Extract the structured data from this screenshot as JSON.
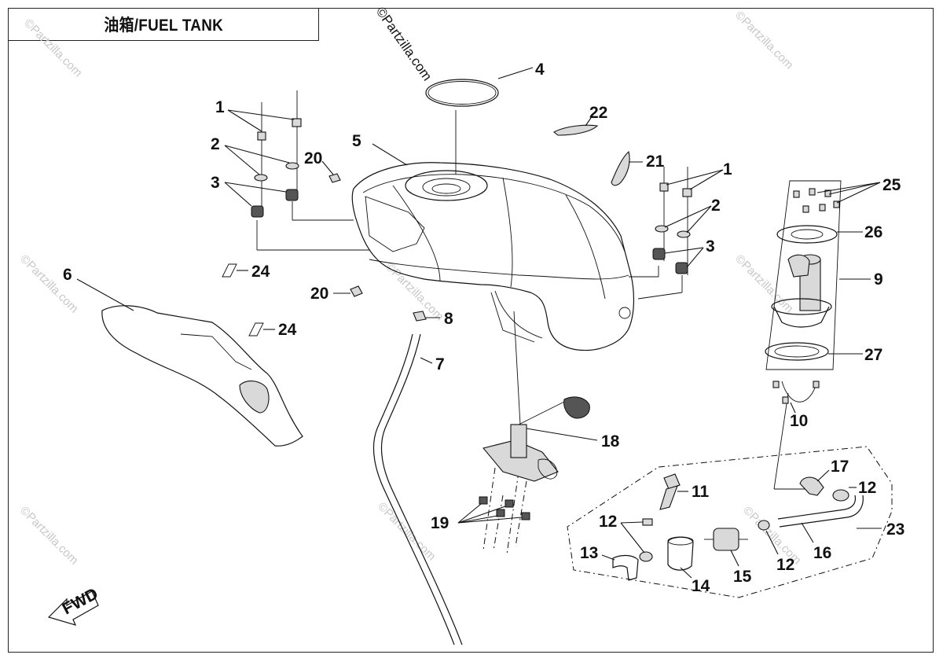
{
  "title": "油箱/FUEL TANK",
  "copyright": "©Partzilla.com",
  "watermark": "©Partzilla.com",
  "fwd_label": "FWD",
  "callouts": [
    {
      "id": "c1a",
      "label": "1"
    },
    {
      "id": "c1b",
      "label": "1"
    },
    {
      "id": "c2a",
      "label": "2"
    },
    {
      "id": "c2b",
      "label": "2"
    },
    {
      "id": "c3a",
      "label": "3"
    },
    {
      "id": "c3b",
      "label": "3"
    },
    {
      "id": "c4",
      "label": "4"
    },
    {
      "id": "c5",
      "label": "5"
    },
    {
      "id": "c6",
      "label": "6"
    },
    {
      "id": "c7",
      "label": "7"
    },
    {
      "id": "c8",
      "label": "8"
    },
    {
      "id": "c9",
      "label": "9"
    },
    {
      "id": "c10",
      "label": "10"
    },
    {
      "id": "c11",
      "label": "11"
    },
    {
      "id": "c12a",
      "label": "12"
    },
    {
      "id": "c12b",
      "label": "12"
    },
    {
      "id": "c12c",
      "label": "12"
    },
    {
      "id": "c13",
      "label": "13"
    },
    {
      "id": "c14",
      "label": "14"
    },
    {
      "id": "c15",
      "label": "15"
    },
    {
      "id": "c16",
      "label": "16"
    },
    {
      "id": "c17",
      "label": "17"
    },
    {
      "id": "c18",
      "label": "18"
    },
    {
      "id": "c19",
      "label": "19"
    },
    {
      "id": "c20a",
      "label": "20"
    },
    {
      "id": "c20b",
      "label": "20"
    },
    {
      "id": "c21",
      "label": "21"
    },
    {
      "id": "c22",
      "label": "22"
    },
    {
      "id": "c23",
      "label": "23"
    },
    {
      "id": "c24a",
      "label": "24"
    },
    {
      "id": "c24b",
      "label": "24"
    },
    {
      "id": "c25",
      "label": "25"
    },
    {
      "id": "c26",
      "label": "26"
    },
    {
      "id": "c27",
      "label": "27"
    }
  ]
}
